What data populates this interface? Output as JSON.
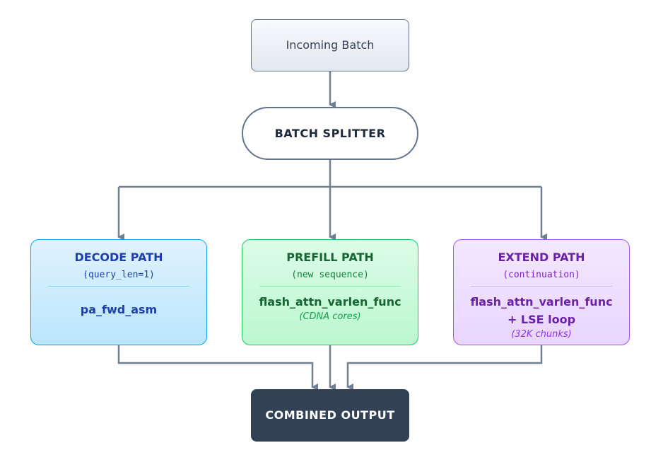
{
  "nodes": {
    "incoming": {
      "label": "Incoming Batch"
    },
    "splitter": {
      "label": "BATCH SPLITTER"
    },
    "decode": {
      "title": "DECODE PATH",
      "subtitle": "(query_len=1)",
      "function": "pa_fwd_asm"
    },
    "prefill": {
      "title": "PREFILL PATH",
      "subtitle": "(new sequence)",
      "function": "flash_attn_varlen_func",
      "note": "(CDNA cores)"
    },
    "extend": {
      "title": "EXTEND PATH",
      "subtitle": "(continuation)",
      "function_line1": "flash_attn_varlen_func",
      "function_line2": "+ LSE loop",
      "note": "(32K chunks)"
    },
    "output": {
      "label": "COMBINED OUTPUT"
    }
  },
  "colors": {
    "connector": "#708090",
    "decode_accent": "#0ea5e9",
    "prefill_accent": "#22c55e",
    "extend_accent": "#a855f7",
    "output_fill": "#334155"
  }
}
